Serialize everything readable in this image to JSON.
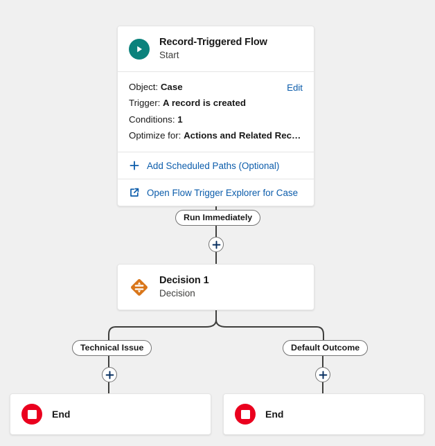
{
  "canvas": {
    "background_color": "#f0f0f0",
    "link_color": "#0b5cab",
    "start_icon_color": "#0b827c",
    "decision_icon_color": "#d9761a",
    "end_icon_color": "#ea001e"
  },
  "start_node": {
    "title": "Record-Triggered Flow",
    "subtitle": "Start",
    "icon": "play-icon",
    "edit_label": "Edit",
    "details": [
      {
        "label": "Object:",
        "value": "Case"
      },
      {
        "label": "Trigger:",
        "value": "A record is created"
      },
      {
        "label": "Conditions:",
        "value": "1"
      },
      {
        "label": "Optimize for:",
        "value": "Actions and Related Rec…"
      }
    ],
    "links": [
      {
        "icon": "plus-icon",
        "text": "Add Scheduled Paths (Optional)"
      },
      {
        "icon": "external-link-icon",
        "text": "Open Flow Trigger Explorer for Case"
      }
    ]
  },
  "connectors": {
    "run_immediately_label": "Run Immediately",
    "branch_labels": {
      "left": "Technical Issue",
      "right": "Default Outcome"
    },
    "add_element_label": "+"
  },
  "decision_node": {
    "title": "Decision 1",
    "subtitle": "Decision",
    "icon": "decision-diamond-icon"
  },
  "end_nodes": [
    {
      "label": "End",
      "icon": "end-stop-icon"
    },
    {
      "label": "End",
      "icon": "end-stop-icon"
    }
  ]
}
